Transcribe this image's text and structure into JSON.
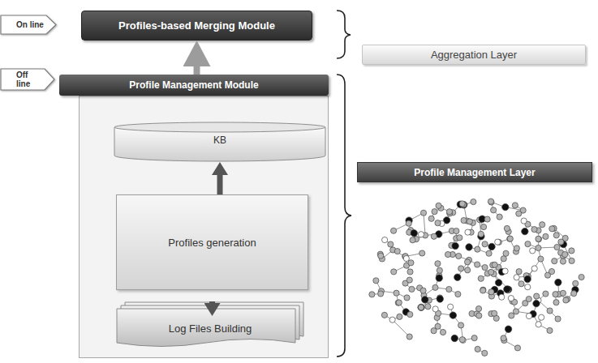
{
  "diagram": {
    "nodes": [
      {
        "text": [
          "On line"
        ]
      },
      {
        "text": [
          "Profiles-based Merging Module"
        ]
      },
      {
        "text": [
          "Aggregation Layer"
        ]
      },
      {
        "text": [
          "Off line"
        ]
      },
      {
        "text": [
          "Profile Management Module"
        ]
      },
      {
        "text": [
          "KB"
        ],
        "in": 4
      },
      {
        "text": [
          "Profiles generation"
        ],
        "in": 4
      },
      {
        "text": [
          "Log Files Building"
        ],
        "in": 4
      },
      {
        "text": [
          "Profile Management Layer"
        ]
      }
    ],
    "edges": [
      {
        "from": 4,
        "to": 1,
        "arrow": "to"
      },
      {
        "from": 7,
        "to": 6,
        "arrow": "to"
      },
      {
        "from": 6,
        "to": 5,
        "arrow": "to"
      }
    ]
  }
}
